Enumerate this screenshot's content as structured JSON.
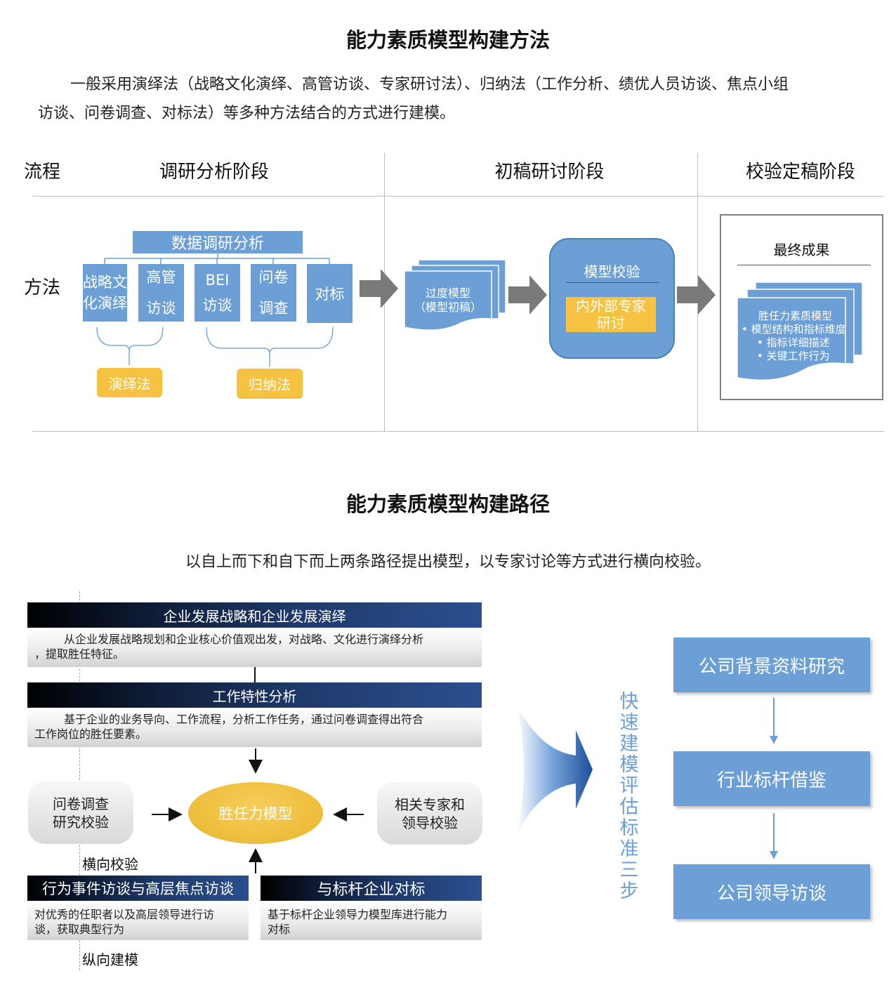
{
  "section1": {
    "title": "能力素质模型构建方法",
    "para_line1": "一般采用演绎法（战略文化演绎、高管访谈、专家研讨法）、归纳法（工作分析、绩优人员访谈、焦点小组",
    "para_line2": "访谈、问卷调查、对标法）等多种方法结合的方式进行建模。",
    "row_label_process": "流程",
    "row_label_method": "方法",
    "stages": [
      "调研分析阶段",
      "初稿研讨阶段",
      "校验定稿阶段"
    ],
    "data_analysis": "数据调研分析",
    "methods": [
      {
        "l1": "战略文",
        "l2": "化演绎"
      },
      {
        "l1": "高管",
        "l2": "访谈"
      },
      {
        "l1": "BEI",
        "l2": "访谈"
      },
      {
        "l1": "问卷",
        "l2": "调查"
      },
      {
        "l1": "对标",
        "l2": ""
      }
    ],
    "deductive": "演绎法",
    "inductive": "归纳法",
    "draft_l1": "过度模型",
    "draft_l2": "（模型初稿）",
    "validate_title": "模型校验",
    "validate_sub_l1": "内外部专家",
    "validate_sub_l2": "研讨",
    "final_title": "最终成果",
    "final_doc_l1": "胜任力素质模型",
    "final_doc_l2": "模型结构和指标维度",
    "final_doc_l3": "指标详细描述",
    "final_doc_l4": "关键工作行为"
  },
  "section2": {
    "title": "能力素质模型构建路径",
    "subtitle": "以自上而下和自下而上两条路径提出模型，以专家讨论等方式进行横向校验。",
    "block1_head": "企业发展战略和企业发展演绎",
    "block1_body_l1": "从企业发展战略规划和企业核心价值观出发，对战略、文化进行演绎分析",
    "block1_body_l2": "，提取胜任特征。",
    "block2_head": "工作特性分析",
    "block2_body_l1": "基于企业的业务导向、工作流程，分析工作任务，通过问卷调查得出符合",
    "block2_body_l2": "工作岗位的胜任要素。",
    "left_round_l1": "问卷调查",
    "left_round_l2": "研究校验",
    "center_ellipse": "胜任力模型",
    "right_round_l1": "相关专家和",
    "right_round_l2": "领导校验",
    "horizontal_label": "横向校验",
    "block3_head": "行为事件访谈与高层焦点访谈",
    "block3_body_l1": "对优秀的任职者以及高层领导进行访",
    "block3_body_l2": "谈，获取典型行为",
    "block4_head": "与标杆企业对标",
    "block4_body_l1": "基于标杆企业领导力模型库进行能力",
    "block4_body_l2": "对标",
    "vertical_label": "纵向建模",
    "vertical_caption": "快速建模评估标准三步",
    "steps": [
      "公司背景资料研究",
      "行业标杆借鉴",
      "公司领导访谈"
    ]
  },
  "colors": {
    "blue": "#6b9fd6",
    "gold": "#f5c242",
    "navy": "#1f3a6b",
    "arrow_grey": "#7a7a7a"
  }
}
